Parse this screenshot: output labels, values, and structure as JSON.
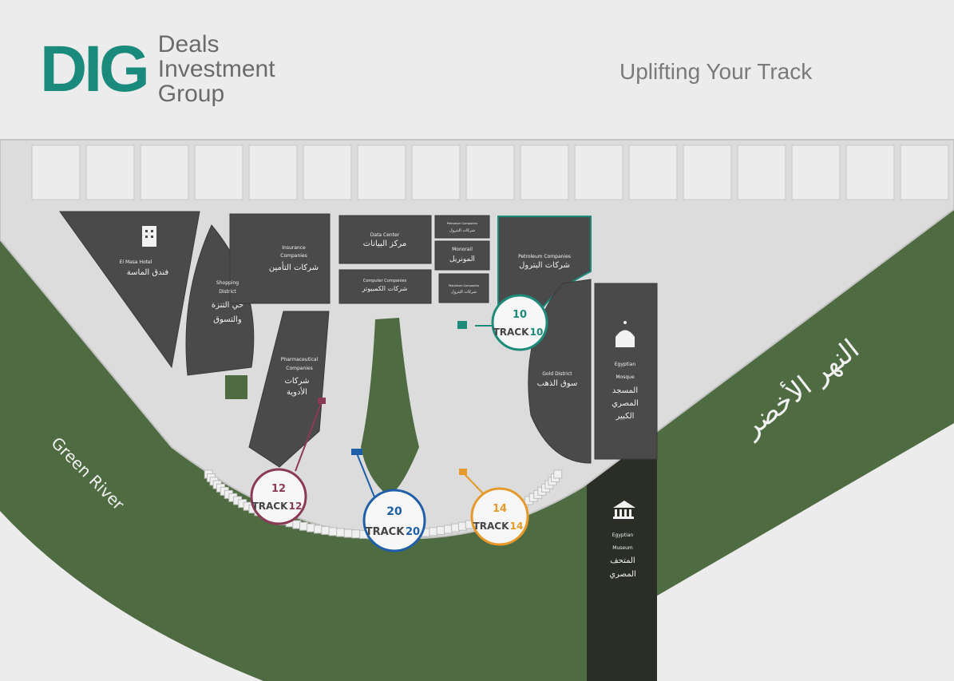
{
  "header": {
    "logo_mark": "DIG",
    "logo_lines": [
      "Deals",
      "Investment",
      "Group"
    ],
    "tagline": "Uplifting Your Track"
  },
  "colors": {
    "brand": "#1a8a7c",
    "river": "#4f6b42",
    "blocks": "#4a4a4a",
    "track10": "#1d8a7a",
    "track12": "#8a3a55",
    "track20": "#1f5fa8",
    "track14": "#e59a2b"
  },
  "zones": {
    "hotel": {
      "en": "El Masa Hotel",
      "ar": "فندق الماسة"
    },
    "shopping": {
      "en1": "Shopping",
      "en2": "District",
      "ar1": "حي التنزة",
      "ar2": "والتسوق"
    },
    "insurance": {
      "en1": "Insurance",
      "en2": "Companies",
      "ar": "شركات التأمين"
    },
    "data_center": {
      "en": "Data Center",
      "ar": "مركز البيانات"
    },
    "petroleum_small1": {
      "en": "Petroleum Companies",
      "ar": "شركات البترول"
    },
    "monorail": {
      "en": "Monorail",
      "ar": "المونريل"
    },
    "computer": {
      "en": "Computer Companies",
      "ar": "شركات الكمبيوتر"
    },
    "petroleum_small2": {
      "en": "Petroleum Companies",
      "ar": "شركات البترول"
    },
    "petroleum": {
      "en": "Petroleum Companies",
      "ar": "شركات البترول"
    },
    "pharma": {
      "en1": "Pharmaceutical",
      "en2": "Companies",
      "ar1": "شركات",
      "ar2": "الأدوية"
    },
    "gold": {
      "en": "Gold District",
      "ar": "سوق الذهب"
    },
    "mosque": {
      "en1": "Egyptian",
      "en2": "Mosque",
      "ar1": "المسجد",
      "ar2": "المصري",
      "ar3": "الكبير"
    },
    "museum": {
      "en1": "Egyptian",
      "en2": "Museum",
      "ar1": "المتحف",
      "ar2": "المصري"
    }
  },
  "river": {
    "en": "Green River",
    "ar": "النهر الأخضر"
  },
  "tracks": [
    {
      "label": "TRACK",
      "number": "10",
      "color": "#1d8a7a"
    },
    {
      "label": "TRACK",
      "number": "12",
      "color": "#8a3a55"
    },
    {
      "label": "TRACK",
      "number": "20",
      "color": "#1f5fa8"
    },
    {
      "label": "TRACK",
      "number": "14",
      "color": "#e59a2b"
    }
  ]
}
